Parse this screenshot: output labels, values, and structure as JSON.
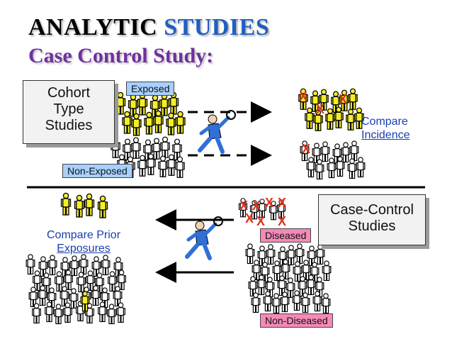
{
  "title": {
    "word1": "ANALYTIC",
    "word2": "STUDIES"
  },
  "subtitle": "Case Control Study:",
  "cohort": {
    "line1": "Cohort",
    "line2": "Type",
    "line3": "Studies"
  },
  "exposed_label": "Exposed",
  "non_exposed_label": "Non-Exposed",
  "compare_incidence": {
    "line1": "Compare",
    "line2": "Incidence"
  },
  "case_control": {
    "line1": "Case-Control",
    "line2": "Studies"
  },
  "diseased_label": "Diseased",
  "non_diseased_label": "Non-Diseased",
  "compare_exposures": {
    "line1": "Compare Prior",
    "line2": "Exposures"
  },
  "case_marker": "X",
  "colors": {
    "exposed_figure": "#f4ee2a",
    "unexposed_figure": "#ffffff",
    "case_mark": "#e0301e",
    "label_blue": "#a8d0ff",
    "label_pink": "#f48ab8",
    "text_blue": "#1a3fb0",
    "subtitle_purple": "#7030a0"
  }
}
